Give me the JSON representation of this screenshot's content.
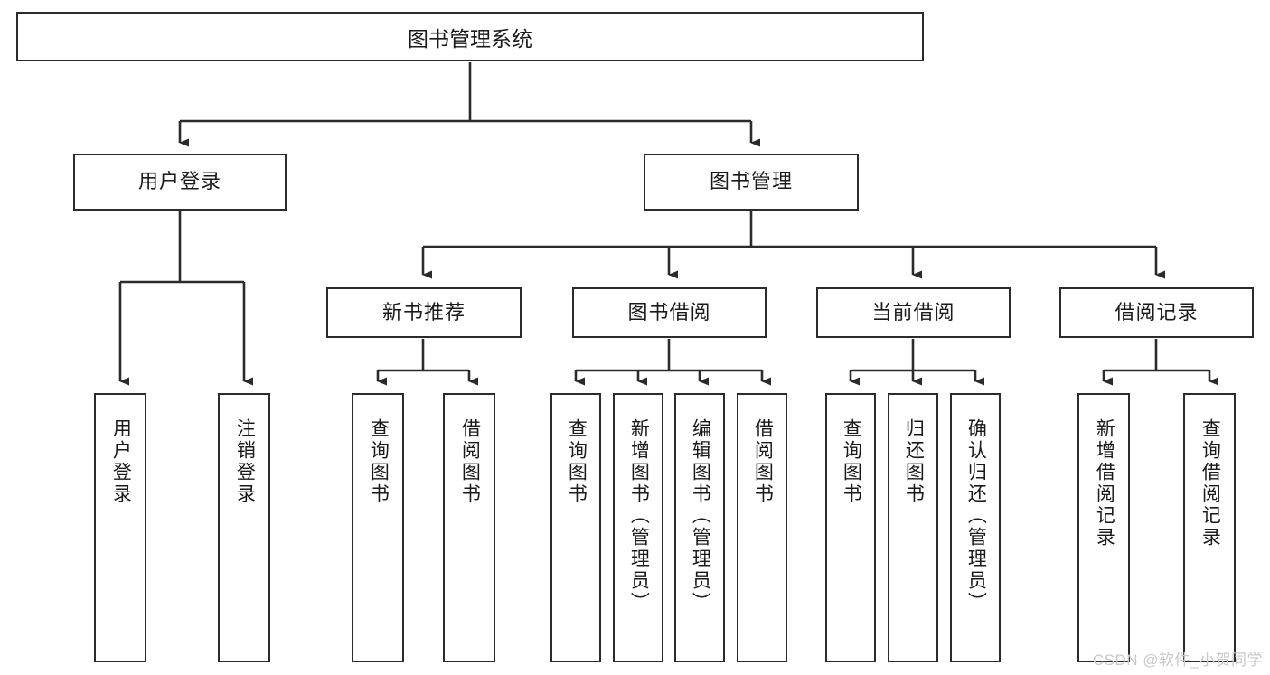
{
  "diagram": {
    "title": "图书管理系统",
    "type": "tree",
    "watermark": "CSDN @软件_小贺同学",
    "colors": {
      "box_border": "#2b2b2b",
      "box_fill": "#ffffff",
      "line": "#2b2b2b",
      "text": "#1a1a1a",
      "background": "#ffffff",
      "watermark": "#c9c9c9"
    },
    "root": {
      "label": "图书管理系统"
    },
    "level1": [
      {
        "label": "用户登录"
      },
      {
        "label": "图书管理"
      }
    ],
    "level2": [
      {
        "label": "新书推荐"
      },
      {
        "label": "图书借阅"
      },
      {
        "label": "当前借阅"
      },
      {
        "label": "借阅记录"
      }
    ],
    "leaves": {
      "user_login": [
        {
          "label": "用户登录"
        },
        {
          "label": "注销登录"
        }
      ],
      "new_book_recommend": [
        {
          "label": "查询图书"
        },
        {
          "label": "借阅图书"
        }
      ],
      "book_borrow": [
        {
          "label": "查询图书"
        },
        {
          "label": "新增图书（管理员）"
        },
        {
          "label": "编辑图书（管理员）"
        },
        {
          "label": "借阅图书"
        }
      ],
      "current_borrow": [
        {
          "label": "查询图书"
        },
        {
          "label": "归还图书"
        },
        {
          "label": "确认归还（管理员）"
        }
      ],
      "borrow_record": [
        {
          "label": "新增借阅记录"
        },
        {
          "label": "查询借阅记录"
        }
      ]
    }
  }
}
